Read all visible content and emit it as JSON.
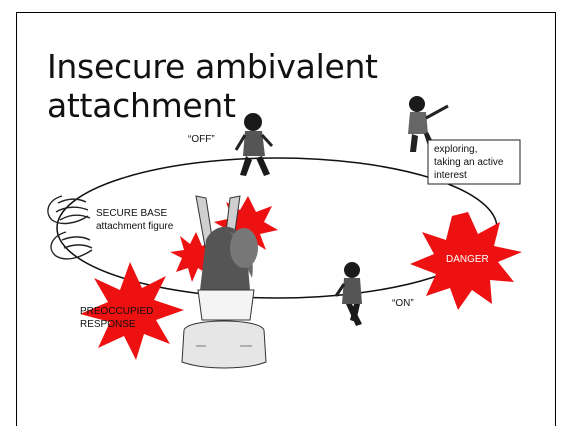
{
  "slide": {
    "title": "Insecure ambivalent attachment"
  },
  "diagram": {
    "labels": {
      "off": "“OFF”",
      "on": "“ON”",
      "exploring_line1": "exploring,",
      "exploring_line2": "taking an active",
      "exploring_line3": "interest",
      "secure_base_line1": "SECURE BASE",
      "secure_base_line2": "attachment figure",
      "danger": "DANGER",
      "preoccupied_line1": "PREOCCUPIED",
      "preoccupied_line2": "RESPONSE"
    },
    "icons": [
      "cupped-hands-icon",
      "child-figure-icon",
      "parent-figure-icon",
      "starburst-icon"
    ],
    "colors": {
      "burst_red": "#ee1111",
      "line": "#111111"
    }
  }
}
